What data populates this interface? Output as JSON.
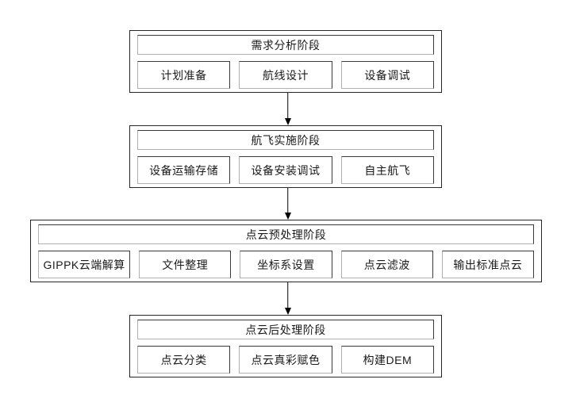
{
  "colors": {
    "background": "#ffffff",
    "outer_border": "#262626",
    "inner_border_dark": "#3a3a3a",
    "inner_border_light": "#b0b0b0",
    "arrow": "#000000",
    "text": "#1a1a1a"
  },
  "diagram": {
    "type": "flowchart",
    "direction": "top-down",
    "stages": [
      {
        "title": "需求分析阶段",
        "items": [
          "计划准备",
          "航线设计",
          "设备调试"
        ]
      },
      {
        "title": "航飞实施阶段",
        "items": [
          "设备运输存储",
          "设备安装调试",
          "自主航飞"
        ]
      },
      {
        "title": "点云预处理阶段",
        "items": [
          "GIPPK云端解算",
          "文件整理",
          "坐标系设置",
          "点云滤波",
          "输出标准点云"
        ]
      },
      {
        "title": "点云后处理阶段",
        "items": [
          "点云分类",
          "点云真彩赋色",
          "构建DEM"
        ]
      }
    ]
  }
}
